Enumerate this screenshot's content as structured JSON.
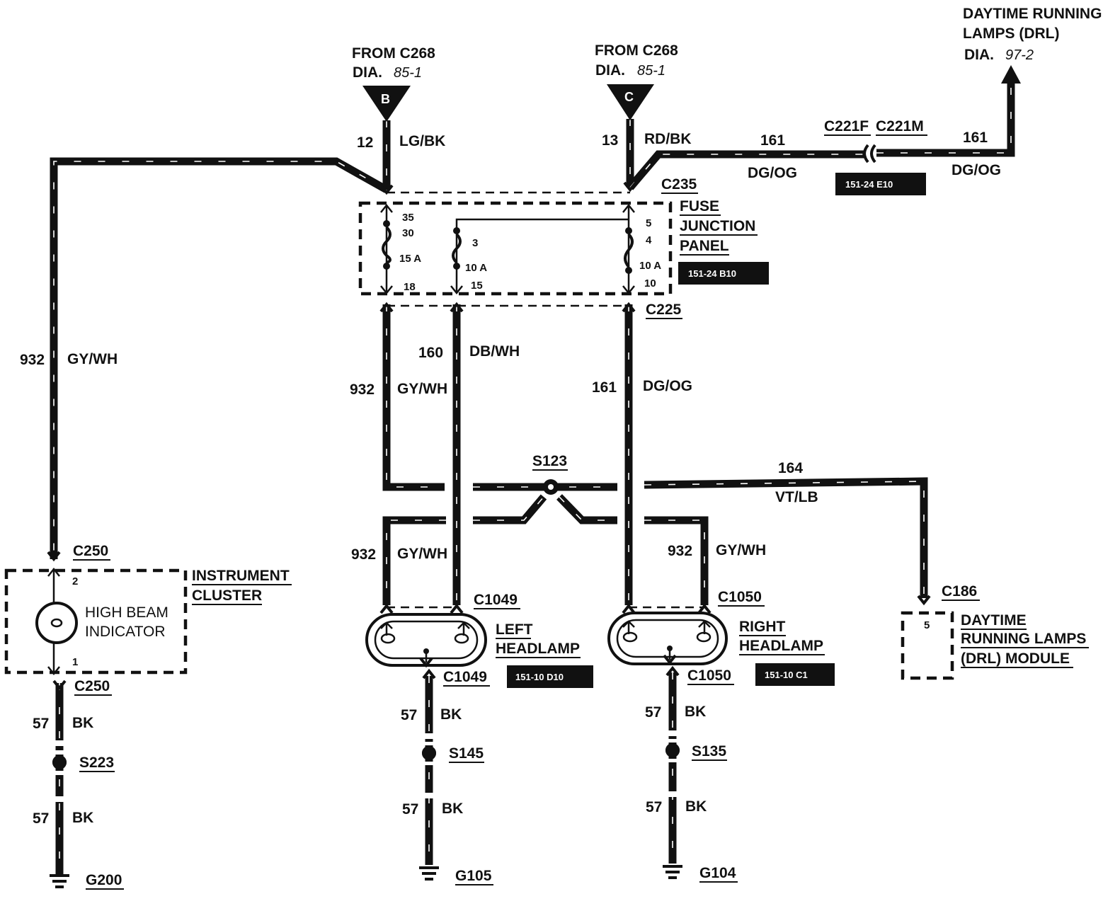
{
  "top_right": {
    "line1": "DAYTIME RUNNING",
    "line2": "LAMPS (DRL)",
    "dia": "DIA.",
    "dia_ref": "97-2"
  },
  "from_b": {
    "line1": "FROM C268",
    "dia": "DIA.",
    "dia_ref": "85-1",
    "letter": "B"
  },
  "from_c": {
    "line1": "FROM C268",
    "dia": "DIA.",
    "dia_ref": "85-1",
    "letter": "C"
  },
  "wires": {
    "w12": {
      "num": "12",
      "color": "LG/BK"
    },
    "w13": {
      "num": "13",
      "color": "RD/BK"
    },
    "w161_top_a": {
      "num": "161",
      "color": "DG/OG"
    },
    "w161_top_b": {
      "num": "161",
      "color": "DG/OG"
    },
    "w932_left": {
      "num": "932",
      "color": "GY/WH"
    },
    "w932_mid": {
      "num": "932",
      "color": "GY/WH"
    },
    "w160": {
      "num": "160",
      "color": "DB/WH"
    },
    "w161_mid": {
      "num": "161",
      "color": "DG/OG"
    },
    "w164": {
      "num": "164",
      "color": "VT/LB"
    },
    "w932_lh": {
      "num": "932",
      "color": "GY/WH"
    },
    "w932_rh": {
      "num": "932",
      "color": "GY/WH"
    },
    "w57_a": {
      "num": "57",
      "color": "BK"
    },
    "w57_b": {
      "num": "57",
      "color": "BK"
    },
    "w57_c": {
      "num": "57",
      "color": "BK"
    },
    "w57_d": {
      "num": "57",
      "color": "BK"
    },
    "w57_e": {
      "num": "57",
      "color": "BK"
    },
    "w57_f": {
      "num": "57",
      "color": "BK"
    }
  },
  "connectors": {
    "c221f": "C221F",
    "c221m": "C221M",
    "c235": "C235",
    "c225": "C225",
    "c250_top": "C250",
    "c250_bot": "C250",
    "c1049_top": "C1049",
    "c1049_bot": "C1049",
    "c1050_top": "C1050",
    "c1050_bot": "C1050",
    "c186": "C186"
  },
  "splices": {
    "s123": "S123",
    "s223": "S223",
    "s145": "S145",
    "s135": "S135"
  },
  "grounds": {
    "g200": "G200",
    "g105": "G105",
    "g104": "G104"
  },
  "refs": {
    "ref_e10": "151-24 E10",
    "ref_b10": "151-24 B10",
    "ref_d10": "151-10 D10",
    "ref_c1": "151-10 C1"
  },
  "fuse_panel": {
    "line1": "FUSE",
    "line2": "JUNCTION",
    "line3": "PANEL",
    "pins": {
      "p35": "35",
      "p30": "30",
      "f15": "15 A",
      "p18": "18",
      "p3": "3",
      "f10a": "10 A",
      "p15": "15",
      "p5": "5",
      "p4": "4",
      "f10b": "10 A",
      "p10": "10"
    }
  },
  "instrument_cluster": {
    "line1": "INSTRUMENT",
    "line2": "CLUSTER",
    "lamp1": "HIGH BEAM",
    "lamp2": "INDICATOR",
    "pin_top": "2",
    "pin_bot": "1"
  },
  "left_headlamp": {
    "line1": "LEFT",
    "line2": "HEADLAMP"
  },
  "right_headlamp": {
    "line1": "RIGHT",
    "line2": "HEADLAMP"
  },
  "drl_module": {
    "line1": "DAYTIME",
    "line2": "RUNNING LAMPS",
    "line3": "(DRL) MODULE",
    "pin": "5"
  }
}
